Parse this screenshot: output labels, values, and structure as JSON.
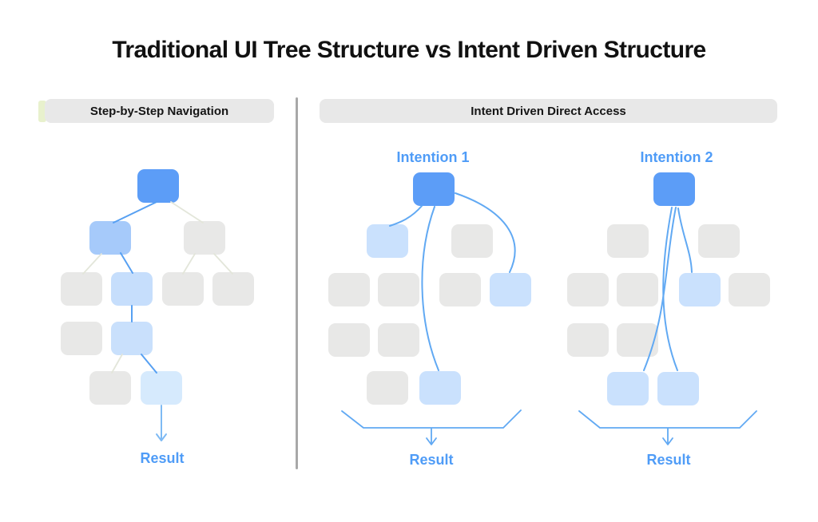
{
  "title": "Traditional UI Tree Structure vs Intent Driven Structure",
  "left_panel": {
    "header": "Step-by-Step Navigation",
    "result_label": "Result"
  },
  "right_panel": {
    "header": "Intent Driven Direct Access",
    "intention1": {
      "label": "Intention 1",
      "result_label": "Result"
    },
    "intention2": {
      "label": "Intention 2",
      "result_label": "Result"
    }
  },
  "colors": {
    "root_node": "#5C9DF7",
    "path_node_level2": "#A6CAFA",
    "path_node_level3": "#C6DEFC",
    "path_node_level4": "#C9E0FC",
    "path_node_level5": "#D6EAFD",
    "highlight_node": "#CAE1FD",
    "inactive_node": "#E8E8E7",
    "active_connector": "#57A0F2",
    "light_connector": "#7EBAF4",
    "inactive_connector": "#E3E6DA",
    "label_text": "#4F9CF7",
    "header_pill_bg": "#E8E8E8",
    "header_accent": "#E8F1CD",
    "divider": "#A8A8A8",
    "title_text": "#111111"
  }
}
